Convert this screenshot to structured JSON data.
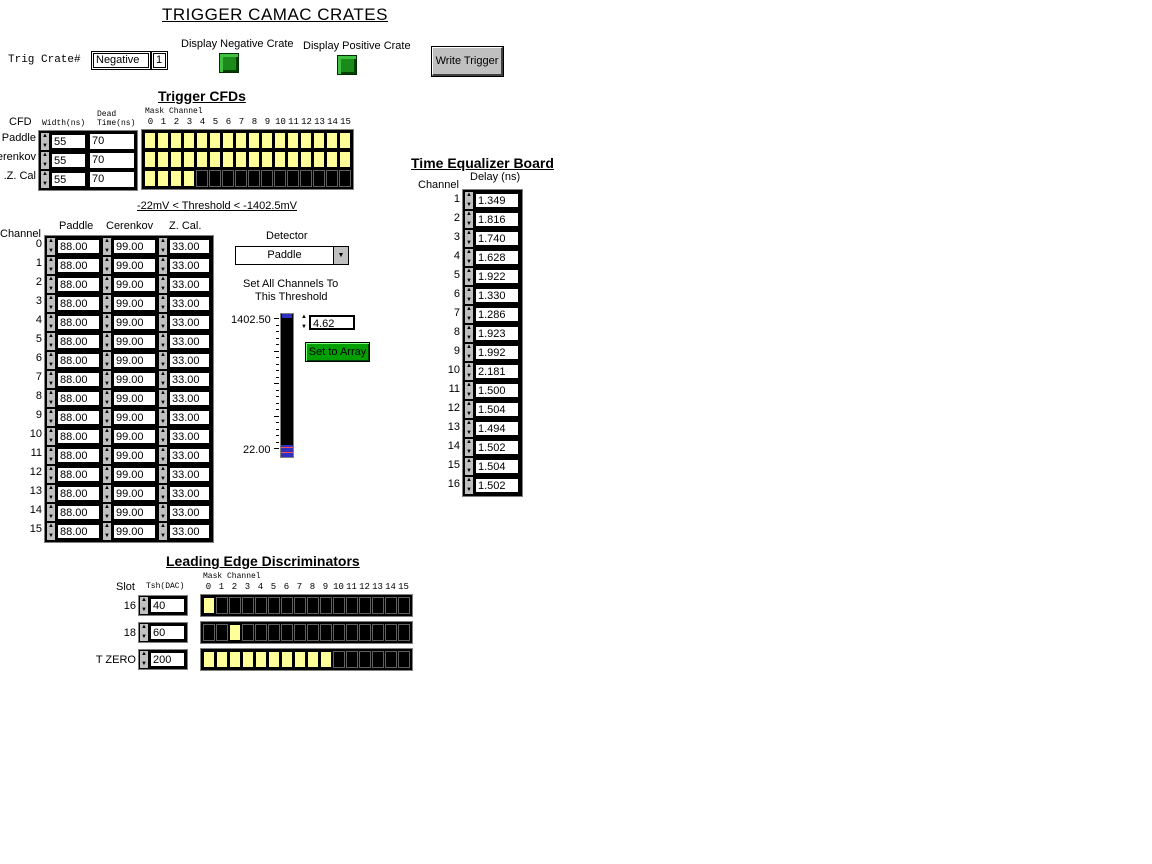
{
  "title": "TRIGGER CAMAC CRATES",
  "trig_crate": {
    "label": "Trig Crate#",
    "value": "Negative",
    "number": "1"
  },
  "display_negative": "Display Negative Crate",
  "display_positive": "Display Positive Crate",
  "write_trigger": "Write Trigger",
  "cfd": {
    "heading": "Trigger CFDs",
    "col_cfd": "CFD",
    "col_width": "Width(ns)",
    "col_dead1": "Dead",
    "col_dead2": "Time(ns)",
    "mask_label": "Mask Channel",
    "channels": [
      "0",
      "1",
      "2",
      "3",
      "4",
      "5",
      "6",
      "7",
      "8",
      "9",
      "10",
      "11",
      "12",
      "13",
      "14",
      "15"
    ],
    "rows": [
      {
        "name": "Paddle",
        "width": "55",
        "dead": "70",
        "mask": [
          1,
          1,
          1,
          1,
          1,
          1,
          1,
          1,
          1,
          1,
          1,
          1,
          1,
          1,
          1,
          1
        ]
      },
      {
        "name": "erenkov",
        "width": "55",
        "dead": "70",
        "mask": [
          1,
          1,
          1,
          1,
          1,
          1,
          1,
          1,
          1,
          1,
          1,
          1,
          1,
          1,
          1,
          1
        ]
      },
      {
        "name": "Z. Cal.",
        "width": "55",
        "dead": "70",
        "mask": [
          1,
          1,
          1,
          1,
          0,
          0,
          0,
          0,
          0,
          0,
          0,
          0,
          0,
          0,
          0,
          0
        ]
      }
    ]
  },
  "threshold_range": "-22mV < Threshold < -1402.5mV",
  "thresholds": {
    "col_channel": "Channel",
    "col_paddle": "Paddle",
    "col_cerenkov": "Cerenkov",
    "col_zcal": "Z. Cal.",
    "rows": [
      {
        "ch": "0",
        "p": "88.00",
        "c": "99.00",
        "z": "33.00"
      },
      {
        "ch": "1",
        "p": "88.00",
        "c": "99.00",
        "z": "33.00"
      },
      {
        "ch": "2",
        "p": "88.00",
        "c": "99.00",
        "z": "33.00"
      },
      {
        "ch": "3",
        "p": "88.00",
        "c": "99.00",
        "z": "33.00"
      },
      {
        "ch": "4",
        "p": "88.00",
        "c": "99.00",
        "z": "33.00"
      },
      {
        "ch": "5",
        "p": "88.00",
        "c": "99.00",
        "z": "33.00"
      },
      {
        "ch": "6",
        "p": "88.00",
        "c": "99.00",
        "z": "33.00"
      },
      {
        "ch": "7",
        "p": "88.00",
        "c": "99.00",
        "z": "33.00"
      },
      {
        "ch": "8",
        "p": "88.00",
        "c": "99.00",
        "z": "33.00"
      },
      {
        "ch": "9",
        "p": "88.00",
        "c": "99.00",
        "z": "33.00"
      },
      {
        "ch": "10",
        "p": "88.00",
        "c": "99.00",
        "z": "33.00"
      },
      {
        "ch": "11",
        "p": "88.00",
        "c": "99.00",
        "z": "33.00"
      },
      {
        "ch": "12",
        "p": "88.00",
        "c": "99.00",
        "z": "33.00"
      },
      {
        "ch": "13",
        "p": "88.00",
        "c": "99.00",
        "z": "33.00"
      },
      {
        "ch": "14",
        "p": "88.00",
        "c": "99.00",
        "z": "33.00"
      },
      {
        "ch": "15",
        "p": "88.00",
        "c": "99.00",
        "z": "33.00"
      }
    ]
  },
  "detector": {
    "label": "Detector",
    "selected": "Paddle"
  },
  "set_all": {
    "line1": "Set All Channels To",
    "line2": "This Threshold",
    "max": "1402.50",
    "min": "22.00",
    "value": "4.62",
    "button": "Set to Array"
  },
  "teb": {
    "heading": "Time Equalizer Board",
    "col_channel": "Channel",
    "col_delay": "Delay (ns)",
    "rows": [
      {
        "ch": "1",
        "v": "1.349"
      },
      {
        "ch": "2",
        "v": "1.816"
      },
      {
        "ch": "3",
        "v": "1.740"
      },
      {
        "ch": "4",
        "v": "1.628"
      },
      {
        "ch": "5",
        "v": "1.922"
      },
      {
        "ch": "6",
        "v": "1.330"
      },
      {
        "ch": "7",
        "v": "1.286"
      },
      {
        "ch": "8",
        "v": "1.923"
      },
      {
        "ch": "9",
        "v": "1.992"
      },
      {
        "ch": "10",
        "v": "2.181"
      },
      {
        "ch": "11",
        "v": "1.500"
      },
      {
        "ch": "12",
        "v": "1.504"
      },
      {
        "ch": "13",
        "v": "1.494"
      },
      {
        "ch": "14",
        "v": "1.502"
      },
      {
        "ch": "15",
        "v": "1.504"
      },
      {
        "ch": "16",
        "v": "1.502"
      }
    ]
  },
  "led": {
    "heading": "Leading Edge Discriminators",
    "col_slot": "Slot",
    "col_tsh": "Tsh(DAC)",
    "mask_label": "Mask Channel",
    "channels": [
      "0",
      "1",
      "2",
      "3",
      "4",
      "5",
      "6",
      "7",
      "8",
      "9",
      "10",
      "11",
      "12",
      "13",
      "14",
      "15"
    ],
    "rows": [
      {
        "slot": "16",
        "tsh": "40",
        "mask": [
          1,
          0,
          0,
          0,
          0,
          0,
          0,
          0,
          0,
          0,
          0,
          0,
          0,
          0,
          0,
          0
        ]
      },
      {
        "slot": "18",
        "tsh": "60",
        "mask": [
          0,
          0,
          1,
          0,
          0,
          0,
          0,
          0,
          0,
          0,
          0,
          0,
          0,
          0,
          0,
          0
        ]
      },
      {
        "slot": "T ZERO",
        "tsh": "200",
        "mask": [
          1,
          1,
          1,
          1,
          1,
          1,
          1,
          1,
          1,
          1,
          0,
          0,
          0,
          0,
          0,
          0
        ]
      }
    ]
  }
}
